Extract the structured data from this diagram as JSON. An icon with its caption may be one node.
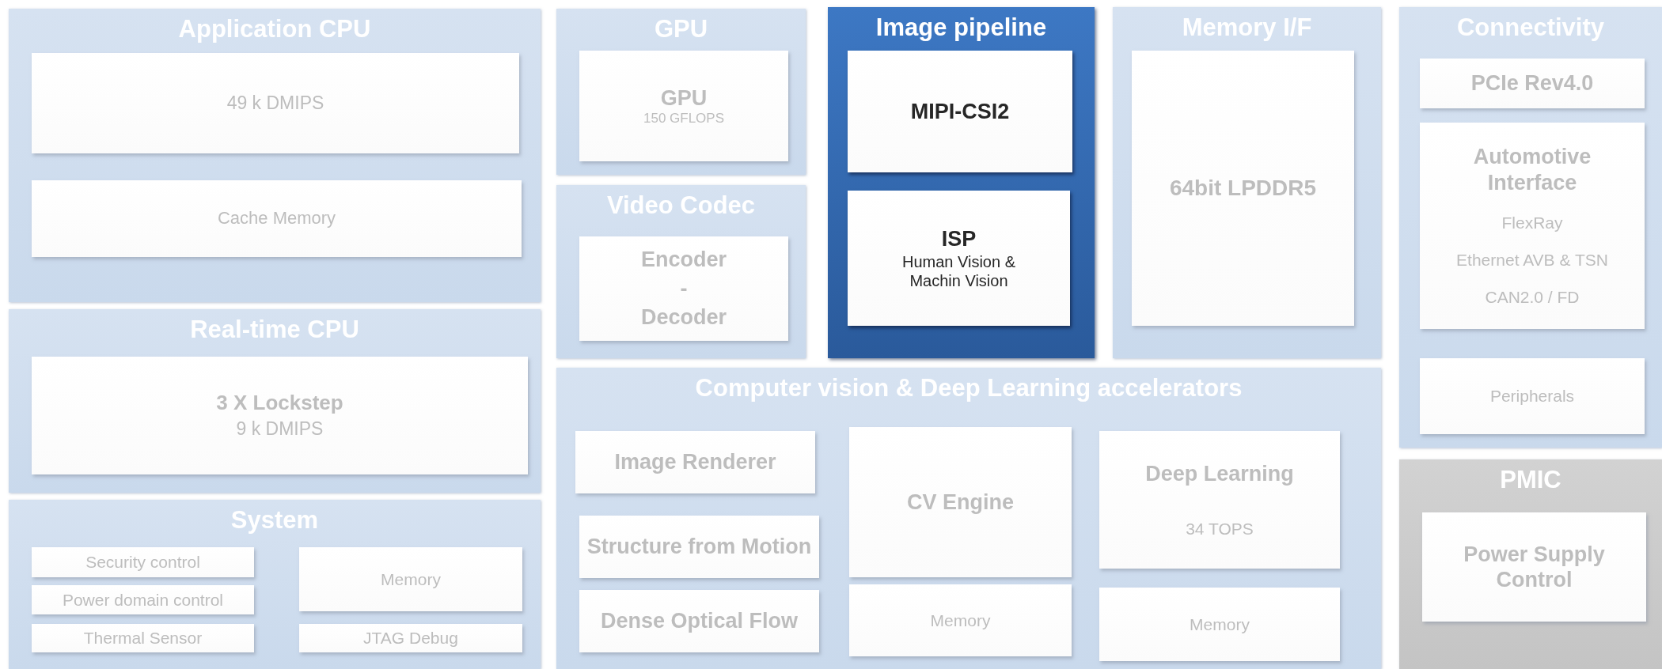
{
  "diagram": {
    "nodes": [
      {
        "text": [
          "Application CPU"
        ]
      },
      {
        "text": [
          "49 k DMIPS"
        ],
        "in": 0
      },
      {
        "text": [
          "Cache Memory"
        ],
        "in": 0
      },
      {
        "text": [
          "Real-time CPU"
        ]
      },
      {
        "text": [
          "3 X Lockstep",
          "9 k DMIPS"
        ],
        "in": 3
      },
      {
        "text": [
          "System"
        ]
      },
      {
        "text": [
          "Security control"
        ],
        "in": 5
      },
      {
        "text": [
          "Power domain control"
        ],
        "in": 5
      },
      {
        "text": [
          "Thermal Sensor"
        ],
        "in": 5
      },
      {
        "text": [
          "Memory"
        ],
        "in": 5
      },
      {
        "text": [
          "JTAG Debug"
        ],
        "in": 5
      },
      {
        "text": [
          "GPU"
        ]
      },
      {
        "text": [
          "GPU",
          "150 GFLOPS"
        ],
        "in": 11
      },
      {
        "text": [
          "Video Codec"
        ]
      },
      {
        "text": [
          "Encoder - Decoder"
        ],
        "in": 13
      },
      {
        "text": [
          "Image pipeline"
        ]
      },
      {
        "text": [
          "MIPI-CSI2"
        ],
        "in": 15
      },
      {
        "text": [
          "ISP",
          "Human Vision & Machin Vision"
        ],
        "in": 15
      },
      {
        "text": [
          "Memory I/F"
        ]
      },
      {
        "text": [
          "64bit LPDDR5"
        ],
        "in": 18
      },
      {
        "text": [
          "Connectivity"
        ]
      },
      {
        "text": [
          "PCIe Rev4.0"
        ],
        "in": 20
      },
      {
        "text": [
          "Automotive Interface",
          "FlexRay",
          "Ethernet AVB & TSN",
          "CAN2.0 / FD"
        ],
        "in": 20
      },
      {
        "text": [
          "Peripherals"
        ],
        "in": 20
      },
      {
        "text": [
          "PMIC"
        ]
      },
      {
        "text": [
          "Power Supply Control"
        ],
        "in": 24
      },
      {
        "text": [
          "Computer vision & Deep Learning accelerators"
        ]
      },
      {
        "text": [
          "Image Renderer"
        ],
        "in": 26
      },
      {
        "text": [
          "Structure from Motion"
        ],
        "in": 26
      },
      {
        "text": [
          "Dense Optical Flow"
        ],
        "in": 26
      },
      {
        "text": [
          "CV Engine"
        ],
        "in": 26
      },
      {
        "text": [
          "Memory"
        ],
        "in": 26
      },
      {
        "text": [
          "Deep Learning",
          "34 TOPS"
        ],
        "in": 26
      },
      {
        "text": [
          "Memory"
        ],
        "in": 26
      }
    ]
  }
}
